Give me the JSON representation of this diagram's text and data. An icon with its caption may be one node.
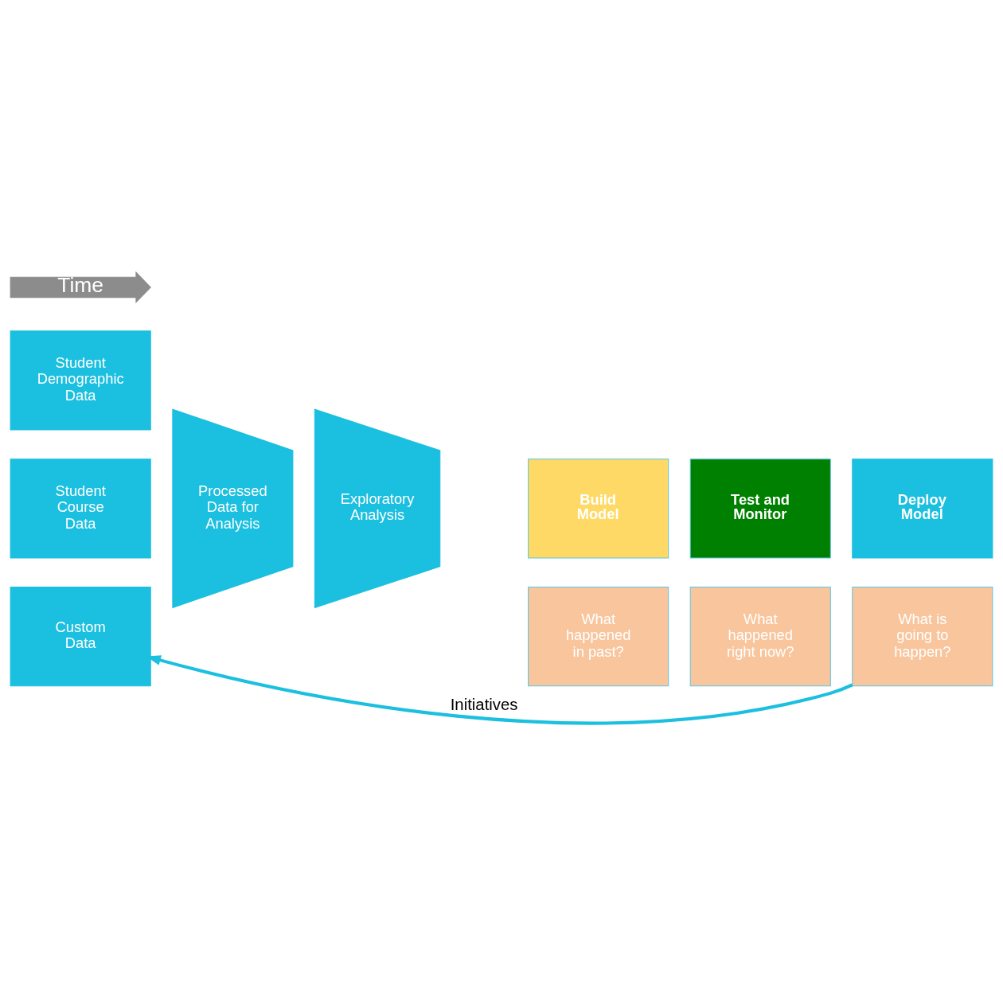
{
  "diagram": {
    "nodes": [
      {
        "text": [
          "Student Demographic Data"
        ]
      },
      {
        "text": [
          "Student Course Data"
        ]
      },
      {
        "text": [
          "Custom Data"
        ]
      },
      {
        "text": [
          "Processed Data for Analysis"
        ]
      },
      {
        "text": [
          "Exploratory Analysis"
        ]
      },
      {
        "text": [
          "Build Model"
        ]
      },
      {
        "text": [
          "Test and Monitor"
        ]
      },
      {
        "text": [
          "Deploy Model"
        ]
      },
      {
        "text": [
          "What happened in past?"
        ]
      },
      {
        "text": [
          "What happened right now?"
        ]
      },
      {
        "text": [
          "What is going to happen?"
        ]
      }
    ],
    "edges": [
      {
        "from": 10,
        "to": 2,
        "arrow": "to",
        "label": "Initiatives",
        "color": "#1bbfdf"
      }
    ],
    "labels": [
      "Time"
    ]
  }
}
